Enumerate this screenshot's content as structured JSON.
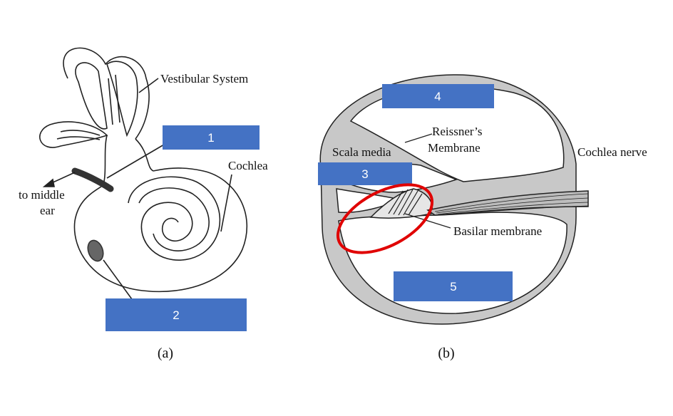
{
  "panels": [
    {
      "caption": "(a)",
      "labels": {
        "vestibular": "Vestibular System",
        "cochlea": "Cochlea",
        "middle_ear_1": "to middle",
        "middle_ear_2": "ear"
      },
      "boxes": [
        "1",
        "2"
      ]
    },
    {
      "caption": "(b)",
      "labels": {
        "reissner_1": "Reissner’s",
        "reissner_2": "Membrane",
        "scala_media": "Scala media",
        "cochlea_nerve": "Cochlea nerve",
        "basilar": "Basilar membrane"
      },
      "boxes": [
        "3",
        "4",
        "5"
      ]
    }
  ],
  "colors": {
    "box_fill": "#4472c4",
    "highlight_ring": "#e00000",
    "tissue": "#c8c8c8",
    "outline": "#222222"
  }
}
